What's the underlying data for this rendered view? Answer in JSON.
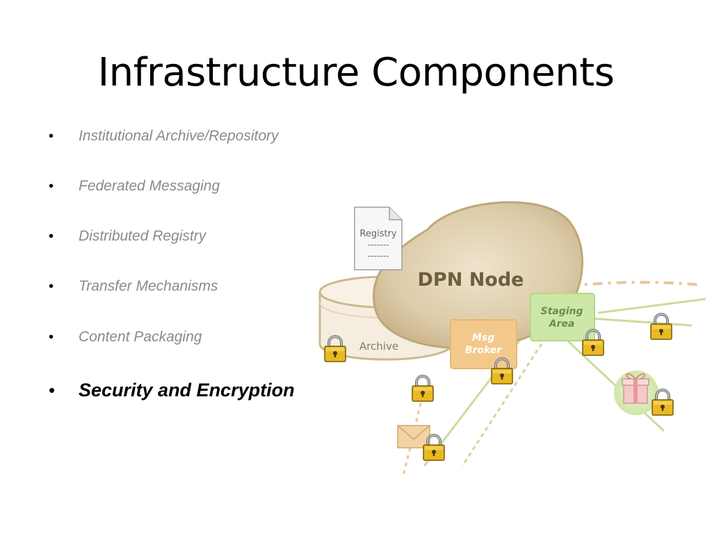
{
  "slide": {
    "title": "Infrastructure Components",
    "bullets": [
      {
        "text": "Institutional Archive/Repository",
        "active": false
      },
      {
        "text": "Federated Messaging",
        "active": false
      },
      {
        "text": "Distributed Registry",
        "active": false
      },
      {
        "text": "Transfer Mechanisms",
        "active": false
      },
      {
        "text": "Content Packaging",
        "active": false
      },
      {
        "text": "Security and Encryption",
        "active": true
      }
    ],
    "bullet_glyph": "•"
  },
  "diagram": {
    "node_label": "DPN Node",
    "registry_title": "Registry",
    "registry_line1": "-------",
    "registry_line2": "-------",
    "archive_label": "Archive",
    "broker_line1": "Msg",
    "broker_line2": "Broker",
    "staging_line1": "Staging",
    "staging_line2": "Area",
    "icons": [
      "document-icon",
      "database-icon",
      "lock-icon",
      "envelope-icon",
      "gift-package-icon"
    ],
    "colors": {
      "node": "#d9c6a3",
      "broker": "#f3c98b",
      "staging": "#cde7a6",
      "lock_body": "#e8b923",
      "line": "#c8dd9a"
    }
  }
}
